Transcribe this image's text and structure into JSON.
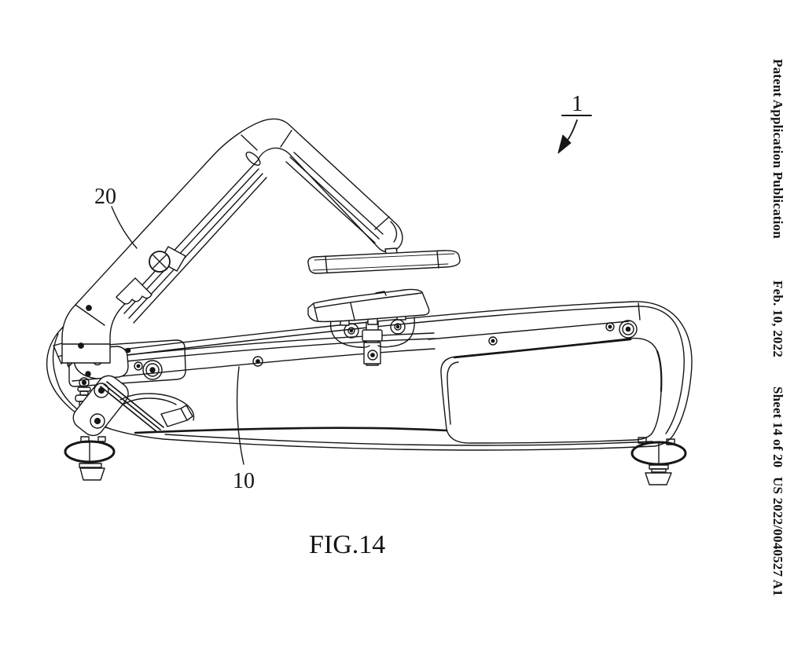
{
  "header": {
    "publication": "Patent Application Publication",
    "date": "Feb. 10, 2022",
    "sheet": "Sheet 14 of 20",
    "publication_number": "US 2022/0040527 A1"
  },
  "figure": {
    "caption": "FIG.14",
    "labels": {
      "ref_1": "1",
      "ref_20": "20",
      "ref_10": "10"
    }
  },
  "colors": {
    "ink": "#161616",
    "paper": "#ffffff"
  }
}
